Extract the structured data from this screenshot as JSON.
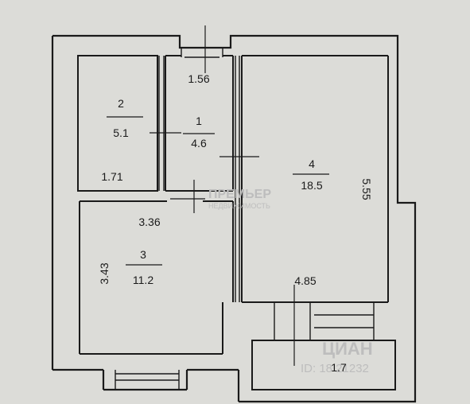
{
  "rooms": [
    {
      "number": "1",
      "area": "4.6"
    },
    {
      "number": "2",
      "area": "5.1"
    },
    {
      "number": "3",
      "area": "11.2"
    },
    {
      "number": "4",
      "area": "18.5"
    }
  ],
  "dimensions": {
    "d1_56": "1.56",
    "d1_71": "1.71",
    "d3_36": "3.36",
    "d3_43": "3.43",
    "d5_55": "5.55",
    "d4_85": "4.85",
    "d1_7": "1.7"
  },
  "watermark": {
    "brand_top": "ПРЕМЬЕР",
    "brand_bottom": "НЕДВИЖИМОСТЬ",
    "id_text": "ID: 18 21232",
    "corner_text": "ЦИАН"
  },
  "colors": {
    "paper": "#dcdcd8",
    "line": "#1a1a1a",
    "watermark": "#bdbdbd"
  }
}
